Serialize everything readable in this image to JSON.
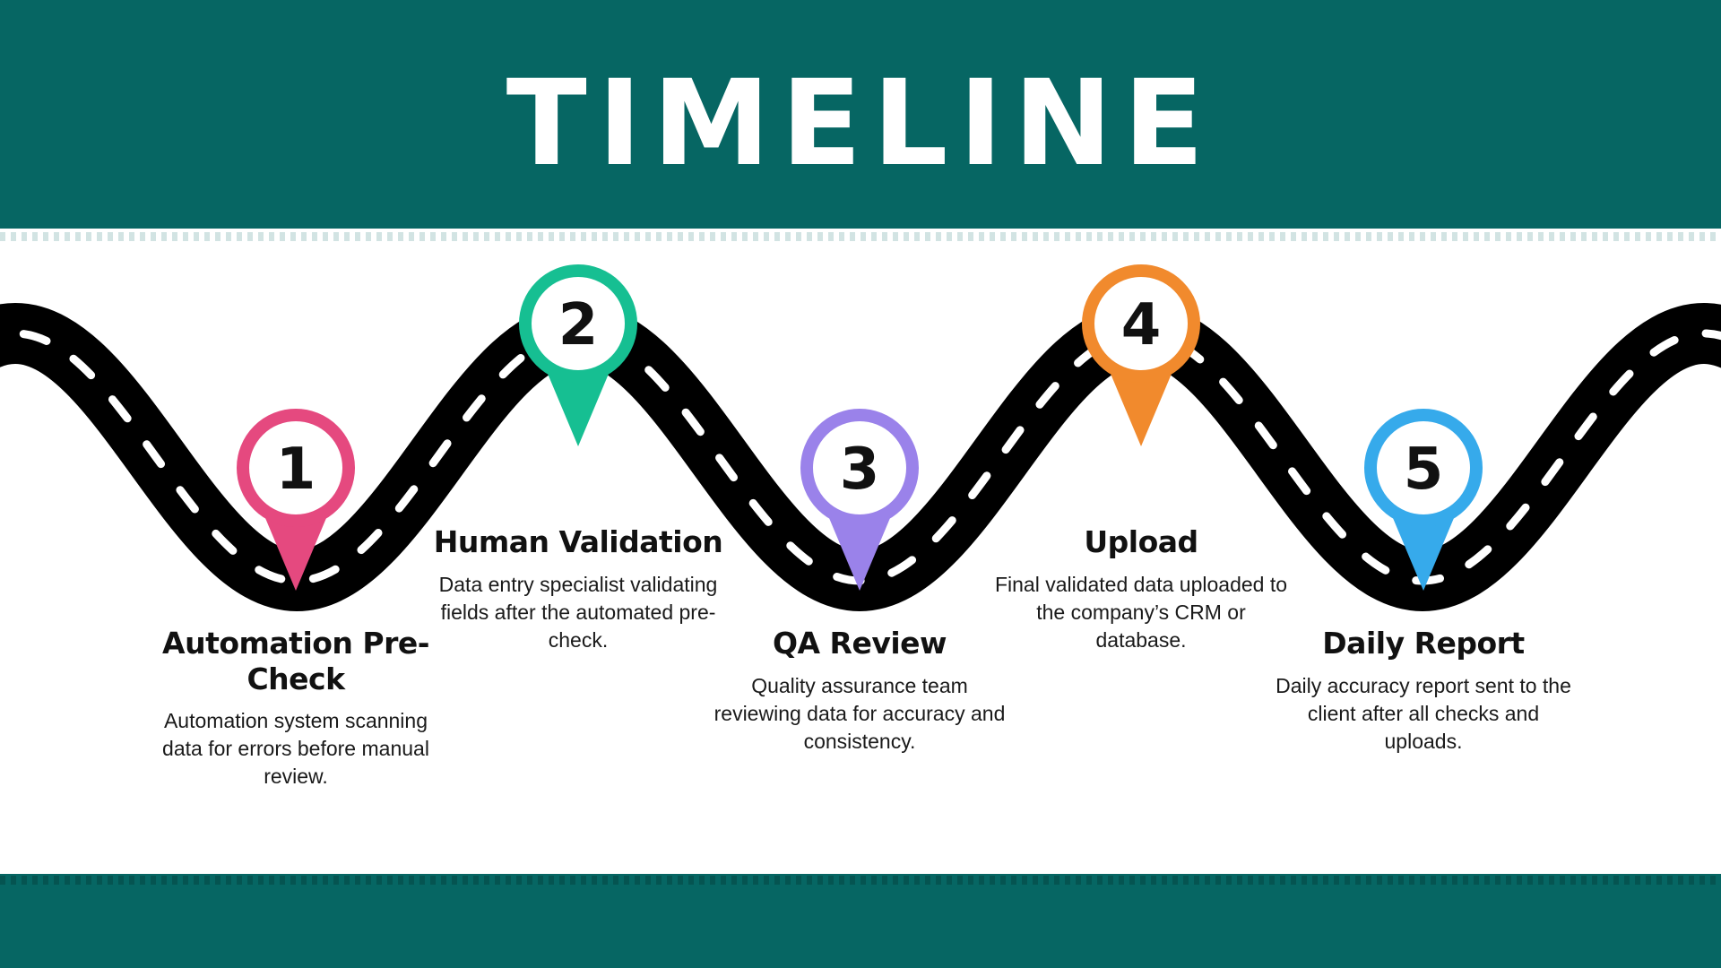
{
  "title": "TIMELINE",
  "theme": {
    "band_color": "#066663",
    "road_color": "#000000",
    "road_dash_color": "#ffffff",
    "pin_inner_color": "#ffffff",
    "text_color": "#111111"
  },
  "steps": [
    {
      "number": "1",
      "title": "Automation Pre-Check",
      "description": "Automation system scanning\ndata for errors before manual\nreview.",
      "color": "#e5497f"
    },
    {
      "number": "2",
      "title": "Human Validation",
      "description": "Data entry specialist validating\nfields after the automated pre-\ncheck.",
      "color": "#16bf92"
    },
    {
      "number": "3",
      "title": "QA Review",
      "description": "Quality assurance team\nreviewing data for accuracy and\nconsistency.",
      "color": "#9a82ea"
    },
    {
      "number": "4",
      "title": "Upload",
      "description": "Final validated data uploaded to\nthe company’s CRM or database.",
      "color": "#f18a2d"
    },
    {
      "number": "5",
      "title": "Daily Report",
      "description": "Daily accuracy report sent to the\nclient after all checks and\nuploads.",
      "color": "#36aaeb"
    }
  ]
}
